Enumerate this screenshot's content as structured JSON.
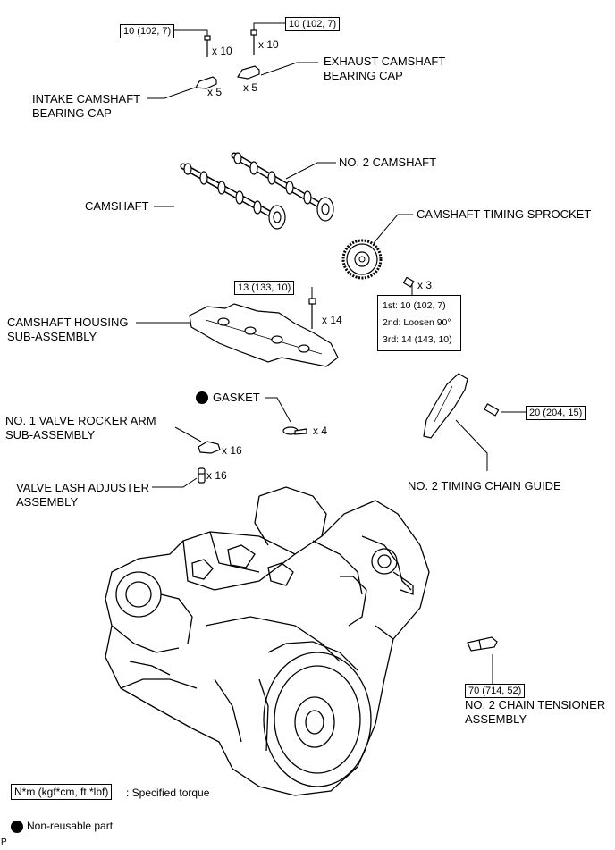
{
  "labels": {
    "intake_cap": "INTAKE CAMSHAFT\nBEARING CAP",
    "exhaust_cap": "EXHAUST CAMSHAFT\nBEARING CAP",
    "no2_camshaft": "NO. 2 CAMSHAFT",
    "camshaft": "CAMSHAFT",
    "sprocket": "CAMSHAFT TIMING SPROCKET",
    "housing": "CAMSHAFT HOUSING\nSUB-ASSEMBLY",
    "gasket": "GASKET",
    "rocker": "NO. 1 VALVE ROCKER ARM\nSUB-ASSEMBLY",
    "lash": "VALVE LASH ADJUSTER\nASSEMBLY",
    "guide": "NO. 2 TIMING CHAIN GUIDE",
    "tensioner": "NO. 2 CHAIN TENSIONER\nASSEMBLY"
  },
  "torques": {
    "intake_bolt": "10 (102, 7)",
    "exhaust_bolt": "10 (102, 7)",
    "housing_bolt": "13 (133, 10)",
    "guide_bolt": "20 (204, 15)",
    "tensioner": "70 (714, 52)",
    "sprocket_steps": [
      "1st: 10 (102, 7)",
      "2nd: Loosen 90°",
      "3rd: 14 (143, 10)"
    ]
  },
  "quantities": {
    "intake_bolt": "x 10",
    "intake_cap": "x 5",
    "exhaust_bolt": "x 10",
    "exhaust_cap": "x 5",
    "sprocket_bolt": "x 3",
    "housing_bolt": "x 14",
    "gasket": "x 4",
    "rocker": "x 16",
    "lash": "x 16"
  },
  "legend": {
    "torque_box": "N*m (kgf*cm, ft.*lbf)",
    "torque_text": ": Specified torque",
    "nonreusable_text": "Non-reusable part"
  },
  "corner_mark": "P"
}
